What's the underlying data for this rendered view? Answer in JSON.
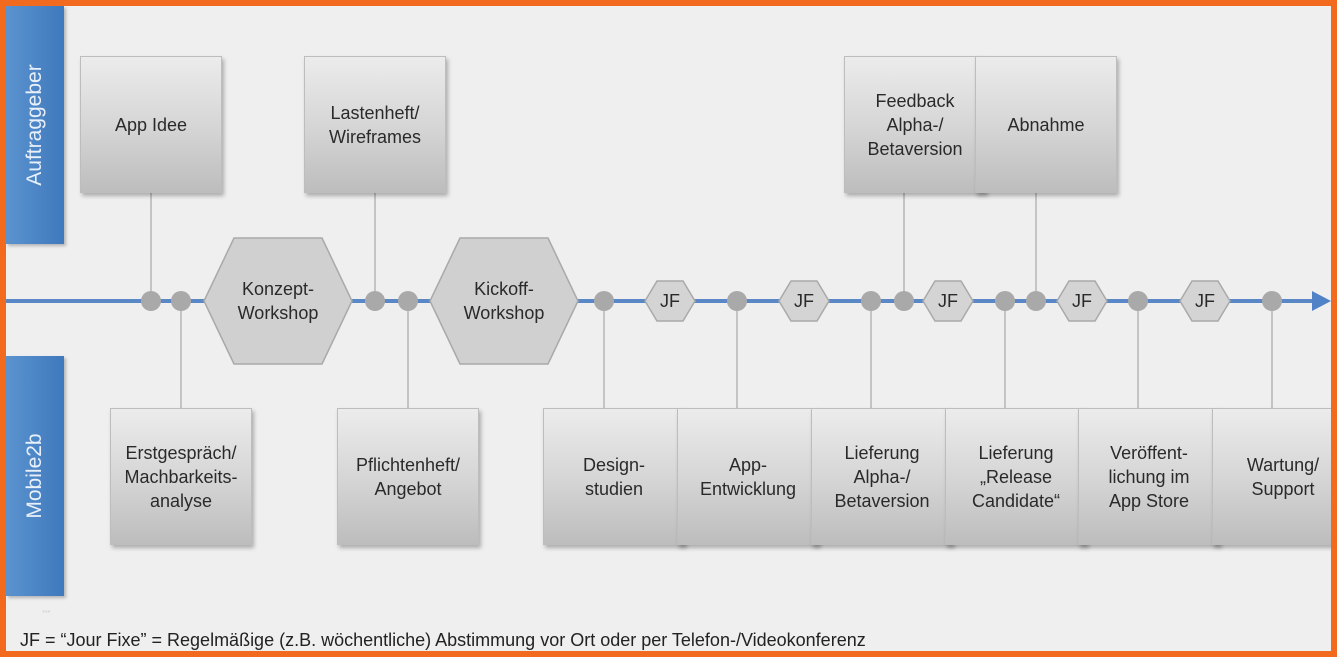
{
  "lanes": {
    "top": "Auftraggeber",
    "bottom": "Mobile2b"
  },
  "top_boxes": [
    {
      "label": "App Idee"
    },
    {
      "label": "Lastenheft/\nWireframes"
    },
    {
      "label": "Feedback\nAlpha-/\nBetaversion"
    },
    {
      "label": "Abnahme"
    }
  ],
  "bottom_boxes": [
    {
      "label": "Erstgespräch/\nMachbarkeits-\nanalyse"
    },
    {
      "label": "Pflichtenheft/\nAngebot"
    },
    {
      "label": "Design-\nstudien"
    },
    {
      "label": "App-\nEntwicklung"
    },
    {
      "label": "Lieferung\nAlpha-/\nBetaversion"
    },
    {
      "label": "Lieferung\n„Release\nCandidate“"
    },
    {
      "label": "Veröffent-\nlichung im\nApp Store"
    },
    {
      "label": "Wartung/\nSupport"
    }
  ],
  "workshops": [
    {
      "label": "Konzept-\nWorkshop"
    },
    {
      "label": "Kickoff-\nWorkshop"
    }
  ],
  "jf_label": "JF",
  "footnote": "JF = “Jour Fixe” = Regelmäßige (z.B. wöchentliche) Abstimmung vor Ort oder per Telefon-/Videokonferenz",
  "colors": {
    "frame": "#f26a1e",
    "lane": "#4a84c6",
    "timeline": "#5a88c6",
    "milestone": "#a9a9a9"
  }
}
